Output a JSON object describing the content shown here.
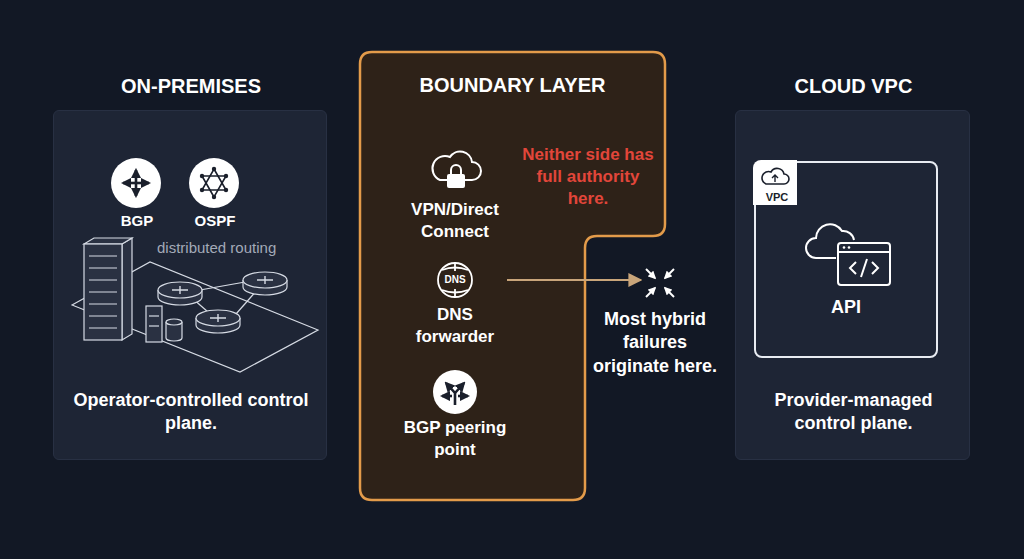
{
  "diagram": {
    "nodes": [
      {
        "text": [
          "ON-PREMISES",
          "Operator-controlled control plane."
        ]
      },
      {
        "text": [
          "BGP"
        ],
        "in": 0
      },
      {
        "text": [
          "OSPF"
        ],
        "in": 0
      },
      {
        "text": [
          "BOUNDARY LAYER",
          "Neither side has full authority here."
        ]
      },
      {
        "text": [
          "VPN/Direct Connect"
        ],
        "in": 3
      },
      {
        "text": [
          "DNS forwarder"
        ],
        "in": 3
      },
      {
        "text": [
          "BGP peering point"
        ],
        "in": 3
      },
      {
        "text": [
          "Most hybrid failures originate here."
        ]
      },
      {
        "text": [
          "CLOUD VPC",
          "Provider-managed control plane."
        ]
      },
      {
        "text": [
          "VPC",
          "API"
        ],
        "in": 8
      }
    ],
    "edges": [
      {
        "from": 5,
        "to": 7,
        "arrow": "to"
      }
    ],
    "labels": [
      "distributed routing",
      "DNS"
    ]
  }
}
